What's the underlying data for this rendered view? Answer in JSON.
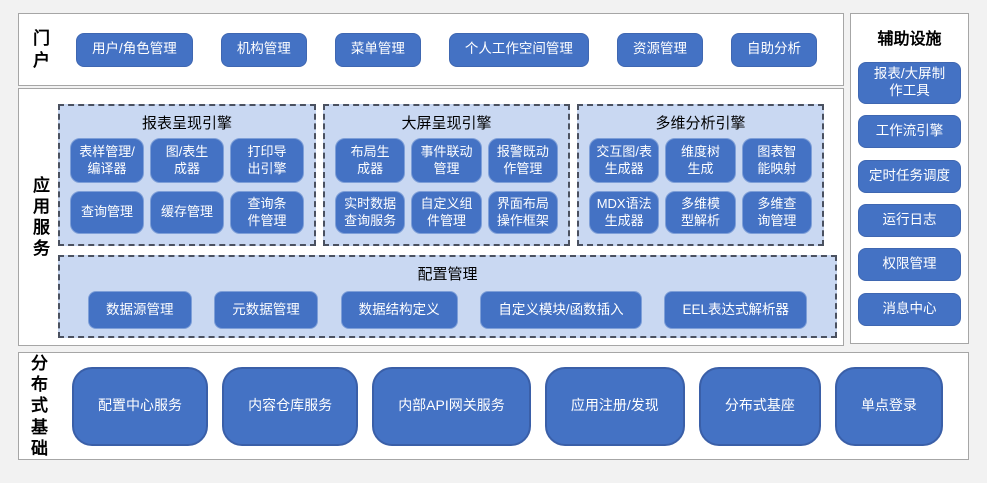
{
  "colors": {
    "page_bg": "#f2f2f2",
    "section_bg": "#ffffff",
    "section_border": "#a6a6a6",
    "button_blue": "#4472c4",
    "panel_fill": "#c9d8f2",
    "panel_dash_border": "#4a5160",
    "button_text": "#ffffff"
  },
  "portal": {
    "label": "门户",
    "buttons": [
      "用户/角色管理",
      "机构管理",
      "菜单管理",
      "个人工作空间管理",
      "资源管理",
      "自助分析"
    ]
  },
  "app_services": {
    "label": "应用服务",
    "engines": [
      {
        "title": "报表呈现引擎",
        "buttons": [
          "表样管理/\n编译器",
          "图/表生\n成器",
          "打印导\n出引擎",
          "查询管理",
          "缓存管理",
          "查询条\n件管理"
        ]
      },
      {
        "title": "大屏呈现引擎",
        "buttons": [
          "布局生\n成器",
          "事件联动\n管理",
          "报警既动\n作管理",
          "实时数据\n查询服务",
          "自定义组\n件管理",
          "界面布局\n操作框架"
        ]
      },
      {
        "title": "多维分析引擎",
        "buttons": [
          "交互图/表\n生成器",
          "维度树\n生成",
          "图表智\n能映射",
          "MDX语法\n生成器",
          "多维模\n型解析",
          "多维查\n询管理"
        ]
      }
    ],
    "config": {
      "title": "配置管理",
      "buttons": [
        "数据源管理",
        "元数据管理",
        "数据结构定义",
        "自定义模块/函数插入",
        "EEL表达式解析器"
      ]
    }
  },
  "auxiliary": {
    "title": "辅助设施",
    "buttons": [
      "报表/大屏制\n作工具",
      "工作流引擎",
      "定时任务调度",
      "运行日志",
      "权限管理",
      "消息中心"
    ]
  },
  "distributed": {
    "label": "分布式基础",
    "buttons": [
      "配置中心服务",
      "内容仓库服务",
      "内部API网关服务",
      "应用注册/发现",
      "分布式基座",
      "单点登录"
    ]
  }
}
